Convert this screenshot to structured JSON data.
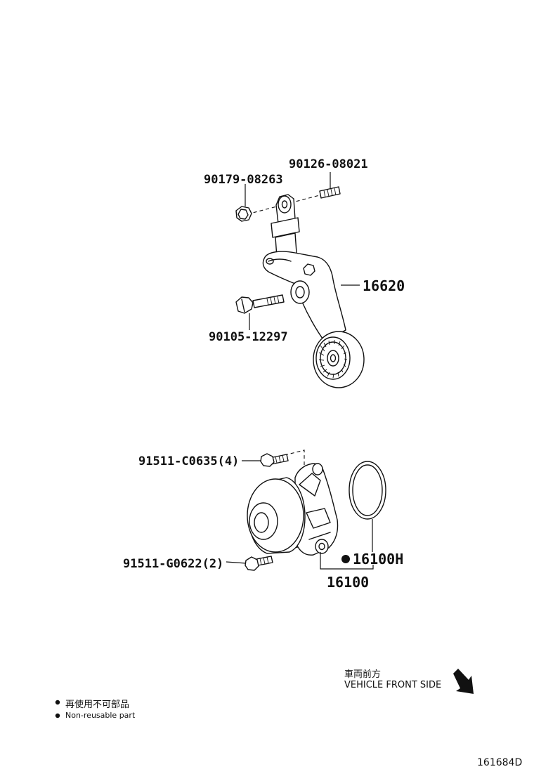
{
  "parts": {
    "nut_top": "90179-08263",
    "stud_top": "90126-08021",
    "tensioner": "16620",
    "bolt_tensioner": "90105-12297",
    "bolt_upper": "91511-C0635(4)",
    "gasket": "16100H",
    "bolt_lower": "91511-G0622(2)",
    "water_pump": "16100"
  },
  "legend": {
    "direction_jp": "車両前方",
    "direction_en": "VEHICLE FRONT SIDE",
    "nonreusable_jp": "再使用不可部品",
    "nonreusable_en": "Non-reusable part"
  },
  "figure_id": "161684D"
}
